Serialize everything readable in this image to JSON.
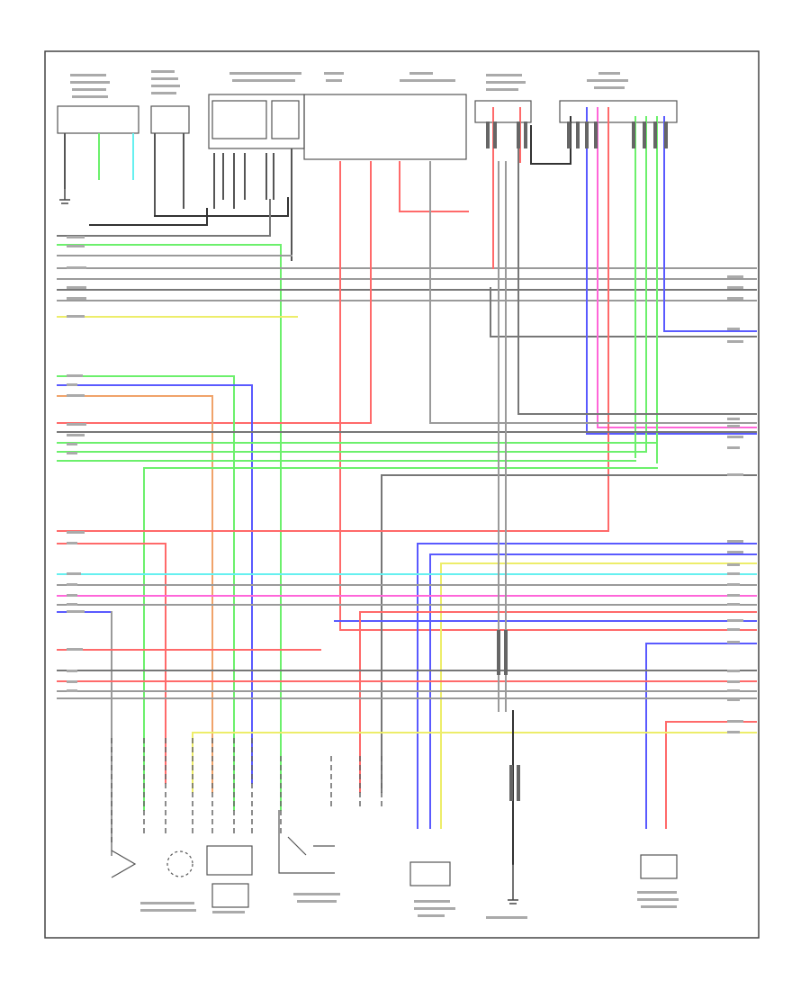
{
  "diagram": {
    "page_label": "",
    "colors": {
      "black": "#333333",
      "gray": "#9a9a9a",
      "red": "#ff6a6a",
      "pink": "#ff66d9",
      "green": "#6cf06c",
      "blue": "#5a5aff",
      "yellow": "#eded6a",
      "cyan": "#66f0f0",
      "orange": "#f0a36a",
      "white": "#d8d8d8"
    },
    "top_components": [
      "comp-1",
      "comp-2",
      "comp-3",
      "comp-4",
      "comp-5",
      "comp-6",
      "comp-7"
    ],
    "bottom_components": [
      "comp-b1",
      "comp-b2",
      "comp-b3",
      "comp-b4",
      "comp-b5",
      "comp-b6",
      "comp-b7"
    ]
  }
}
